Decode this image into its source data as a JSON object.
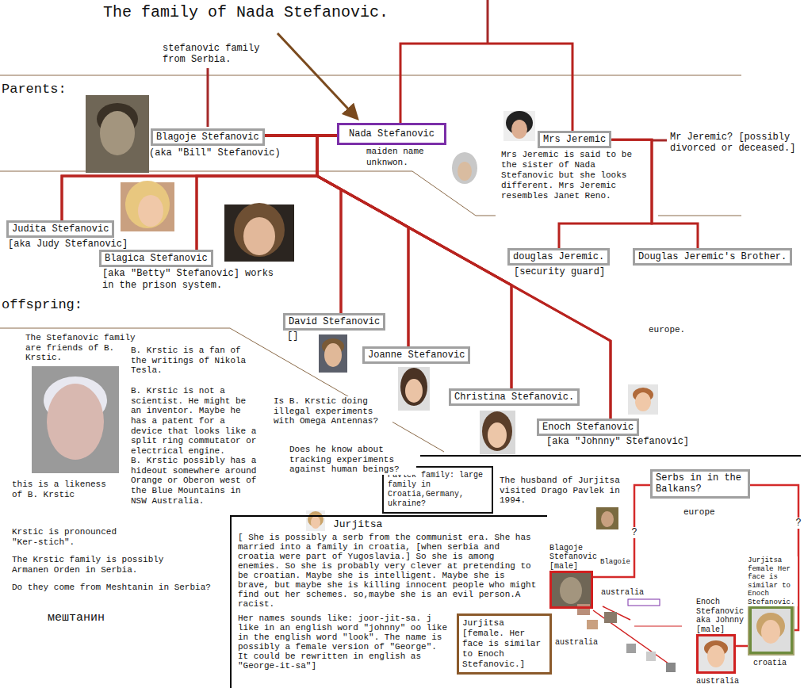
{
  "diagram": {
    "title": "The family of Nada Stefanovic.",
    "nodes": [
      {
        "text": [
          "Blagoje Stefanovic",
          "(aka \"Bill\" Stefanovic)"
        ]
      },
      {
        "text": [
          "Nada Stefanovic",
          "maiden name unknwon."
        ]
      },
      {
        "text": [
          "Mrs Jeremic",
          "Mrs Jeremic is said to be the sister of Nada Stefanovic but she looks different. Mrs Jeremic resembles Janet Reno."
        ]
      },
      {
        "text": [
          "Judita Stefanovic",
          "[aka Judy Stefanovic]"
        ]
      },
      {
        "text": [
          "Blagica Stefanovic",
          "[aka \"Betty\" Stefanovic] works in the prison system."
        ]
      },
      {
        "text": [
          "douglas Jeremic.",
          "[security guard]"
        ]
      },
      {
        "text": [
          "Douglas Jeremic's Brother."
        ]
      },
      {
        "text": [
          "David Stefanovic",
          "[]"
        ]
      },
      {
        "text": [
          "Joanne Stefanovic"
        ]
      },
      {
        "text": [
          "Christina Stefanovic."
        ]
      },
      {
        "text": [
          "Enoch Stefanovic",
          "[aka \"Johnny\" Stefanovic]"
        ]
      },
      {
        "text": [
          "Pavlek family: large family in Croatia,Germany, ukraine?"
        ]
      },
      {
        "text": [
          "Serbs in in the Balkans?"
        ]
      },
      {
        "text": [
          "Jurjitsa",
          "[ She is possibly a serb from the communist era. She has married into a family in croatia, [when serbia and croatia were part of Yugoslavia.] So she is among enemies. So she is probably very clever at pretending to be croatian. Maybe she is intelligent. Maybe she is brave, but maybe she is killing innocent people who might find out her schemes. so,maybe she is an evil person.A racist.",
          "Her names sounds like: joor-jit-sa. j like in an english word \"johnny\" oo like in the english word \"look\". The name is possibly a female version of \"George\". It could be rewritten in english as \"George-it-sa\"]"
        ]
      },
      {
        "text": [
          "Jurjitsa [female. Her face is similar to Enoch Stefanovic.]"
        ],
        "in": 13
      },
      {
        "text": [
          "Blagoje Stefanovic [male]"
        ]
      },
      {
        "text": [
          "Enoch Stefanovic aka Johnny [male]"
        ]
      },
      {
        "text": [
          "Jurjitsa female Her face is similar to Enoch Stefanovic."
        ]
      }
    ],
    "edges": [
      {
        "from": 0,
        "to": 1,
        "arrow": "none"
      },
      {
        "from": 1,
        "to": 2,
        "arrow": "none"
      },
      {
        "from": 0,
        "to": 3,
        "arrow": "none"
      },
      {
        "from": 0,
        "to": 4,
        "arrow": "none"
      },
      {
        "from": 0,
        "to": 7,
        "arrow": "none"
      },
      {
        "from": 0,
        "to": 8,
        "arrow": "none"
      },
      {
        "from": 0,
        "to": 9,
        "arrow": "none"
      },
      {
        "from": 0,
        "to": 10,
        "arrow": "none"
      },
      {
        "from": 1,
        "to": 3,
        "arrow": "none"
      },
      {
        "from": 1,
        "to": 4,
        "arrow": "none"
      },
      {
        "from": 1,
        "to": 7,
        "arrow": "none"
      },
      {
        "from": 1,
        "to": 8,
        "arrow": "none"
      },
      {
        "from": 1,
        "to": 9,
        "arrow": "none"
      },
      {
        "from": 1,
        "to": 10,
        "arrow": "none"
      },
      {
        "from": 2,
        "to": 5,
        "arrow": "none"
      },
      {
        "from": 2,
        "to": 6,
        "arrow": "none"
      },
      {
        "from": 15,
        "to": 12,
        "label": "?",
        "arrow": "none"
      },
      {
        "from": 17,
        "to": 12,
        "label": "?",
        "arrow": "none"
      },
      {
        "from": 16,
        "to": 17,
        "arrow": "none"
      }
    ],
    "labels": [
      "Parents:",
      "offspring:",
      "stefanovic family from Serbia.",
      "Mr Jeremic? [possibly divorced or deceased.]",
      "europe.",
      "The Stefanovic family are friends of B. Krstic.",
      "B. Krstic is a fan of the writings of Nikola Tesla.",
      "B. Krstic is not a scientist. He might be an inventor. Maybe he has a patent for a device that looks like a split ring commutator or electrical engine.",
      "B. Krstic possibly has a hideout somewhere around Orange or Oberon west of the Blue Mountains in NSW Australia.",
      "this is a likeness of B. Krstic",
      "Is B. Krstic doing illegal experiments with Omega Antennas?",
      "Does he know about tracking experiments against human beings?",
      "Krstic is pronounced \"Ker-stich\".",
      "The Krstic family is possibly Armanen Orden in Serbia.",
      "Do they come from Meshtanin in Serbia?",
      "мештанин",
      "The husband of Jurjitsa visited Drago Pavlek in 1994.",
      "europe",
      "Blagoie",
      "australia",
      "australia",
      "australia",
      "croatia"
    ]
  }
}
